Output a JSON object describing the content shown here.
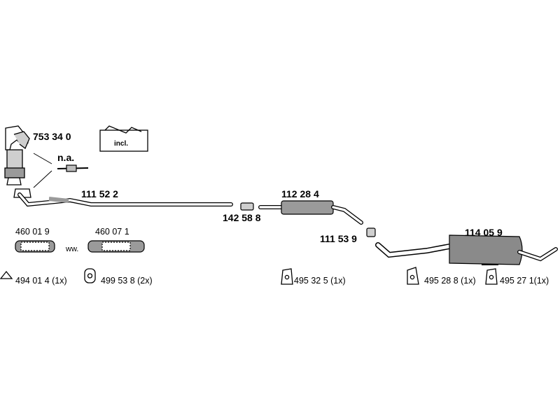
{
  "parts": {
    "manifold": "753 34 0",
    "sensor_label": "n.a.",
    "kit_label": "incl.",
    "front_pipe": "111 52 2",
    "clamp": "142 58 8",
    "middle_silencer": "112 28 4",
    "connector": "111 53 9",
    "rear_silencer": "114 05 9",
    "flex_a": "460 01 9",
    "flex_sep": "ww.",
    "flex_b": "460 07 1",
    "gasket": "494 01 4 (1x)",
    "hanger_a": "499 53 8 (2x)",
    "hanger_b": "495 32 5 (1x)",
    "hanger_c": "495 28 8 (1x)",
    "hanger_d": "495 27 1(1x)"
  }
}
